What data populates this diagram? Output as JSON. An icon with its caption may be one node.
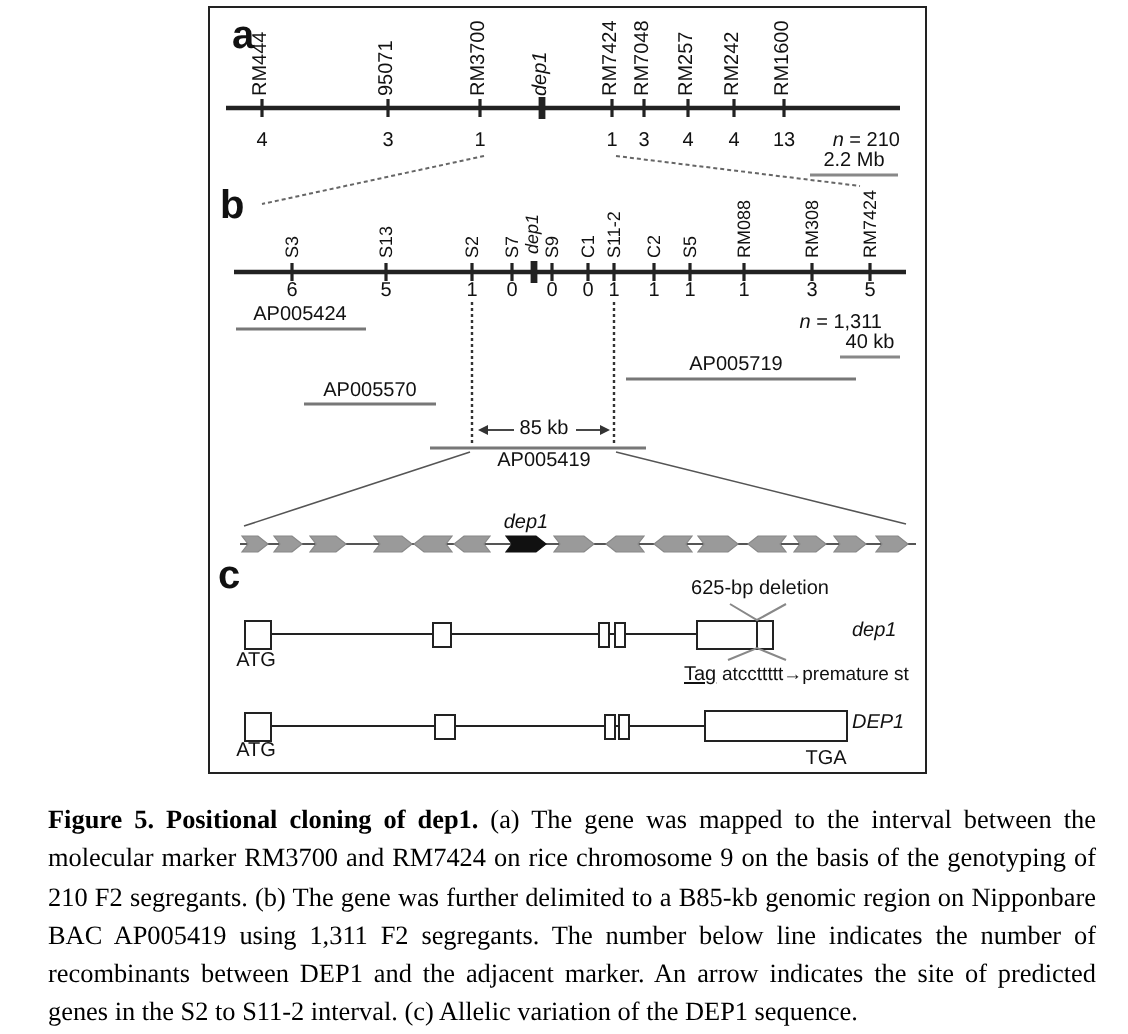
{
  "diagram": {
    "caption": "**Figure 5. Positional cloning of dep1.** (a) The gene was mapped to the interval between the molecular marker RM3700 and RM7424 on rice chromosome 9 on the basis of the genotyping of 210 F2 segregants. (b) The gene was further delimited to a B85-kb genomic region on Nipponbare BAC AP005419 using 1,311 F2 segregants. The number below line indicates the number of recombinants between DEP1 and the adjacent marker. An arrow indicates the site of predicted genes in the S2 to S11-2 interval. (c) Allelic variation of the DEP1 sequence.",
    "labels": [
      "a",
      "RM444",
      "95071",
      "RM3700",
      "dep1",
      "RM7424",
      "RM7048",
      "RM257",
      "RM242",
      "RM1600",
      "4",
      "3",
      "1",
      "1",
      "3",
      "4",
      "4",
      "13",
      "*n* = 210",
      "2.2 Mb",
      "b",
      "S3",
      "S13",
      "S2",
      "S7",
      "dep1",
      "S9",
      "C1",
      "S11-2",
      "C2",
      "S5",
      "RM088",
      "RM308",
      "RM7424",
      "6",
      "5",
      "1",
      "0",
      "0",
      "0",
      "1",
      "1",
      "1",
      "1",
      "3",
      "5",
      "AP005424",
      "*n* = 1,311",
      "40 kb",
      "AP005719",
      "AP005570",
      "85 kb",
      "AP005419",
      "dep1",
      "c",
      "625-bp deletion",
      "dep1",
      "ATG",
      "Tag",
      "atccttttt→premature st",
      "DEP1",
      "ATG",
      "TGA"
    ]
  }
}
